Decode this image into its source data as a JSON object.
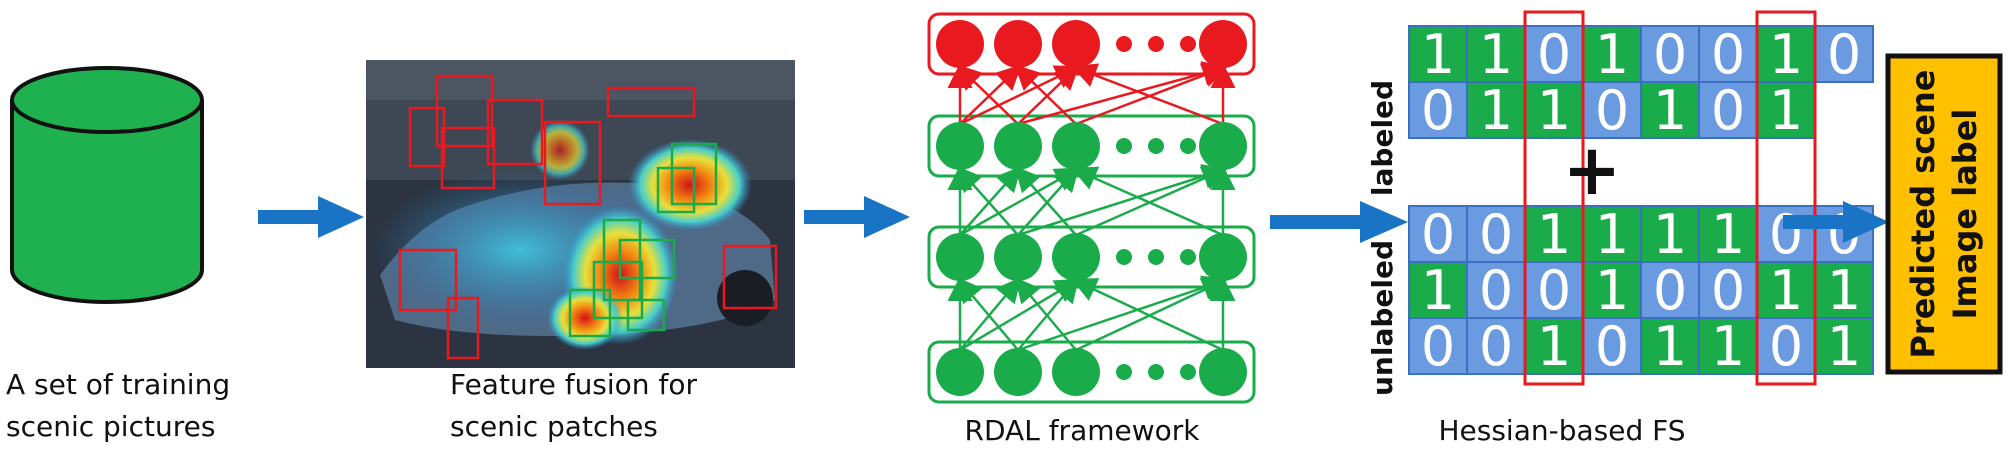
{
  "stages": [
    {
      "caption_line1": "A set of training",
      "caption_line2": "scenic pictures"
    },
    {
      "caption_line1": "Feature fusion for",
      "caption_line2": "scenic patches"
    },
    {
      "caption": "RDAL framework"
    },
    {
      "caption": "Hessian-based FS"
    }
  ],
  "matrix": {
    "labeled_label": "labeled",
    "unlabeled_label": "unlabeled",
    "plus": "+",
    "labeled_rows": [
      [
        "1",
        "1",
        "0",
        "1",
        "0",
        "0",
        "1",
        "0"
      ],
      [
        "0",
        "1",
        "1",
        "0",
        "1",
        "0",
        "1"
      ]
    ],
    "labeled_row_colors": [
      [
        "green",
        "green",
        "blue",
        "green",
        "blue",
        "blue",
        "green",
        "blue"
      ],
      [
        "blue",
        "green",
        "green",
        "blue",
        "green",
        "blue",
        "green"
      ]
    ],
    "unlabeled_rows": [
      [
        "0",
        "0",
        "1",
        "1",
        "1",
        "1",
        "0",
        "0"
      ],
      [
        "1",
        "0",
        "0",
        "1",
        "0",
        "0",
        "1",
        "1"
      ],
      [
        "0",
        "0",
        "1",
        "0",
        "1",
        "1",
        "0",
        "1"
      ]
    ],
    "unlabeled_row_colors": [
      [
        "blue",
        "blue",
        "green",
        "green",
        "green",
        "green",
        "blue",
        "blue"
      ],
      [
        "green",
        "blue",
        "blue",
        "green",
        "blue",
        "blue",
        "green",
        "green"
      ],
      [
        "blue",
        "blue",
        "green",
        "blue",
        "green",
        "green",
        "blue",
        "green"
      ]
    ],
    "selected_columns": [
      2,
      6
    ]
  },
  "output": {
    "line1": "Predicted scene",
    "line2": "Image label"
  },
  "colors": {
    "green": "#1aab4b",
    "blue": "#6a9be0",
    "grid_border": "#3a6fc4",
    "red": "#e8191f",
    "arrow": "#1a74c6",
    "output_fill": "#ffc000",
    "cylinder": "#1fb04f"
  }
}
